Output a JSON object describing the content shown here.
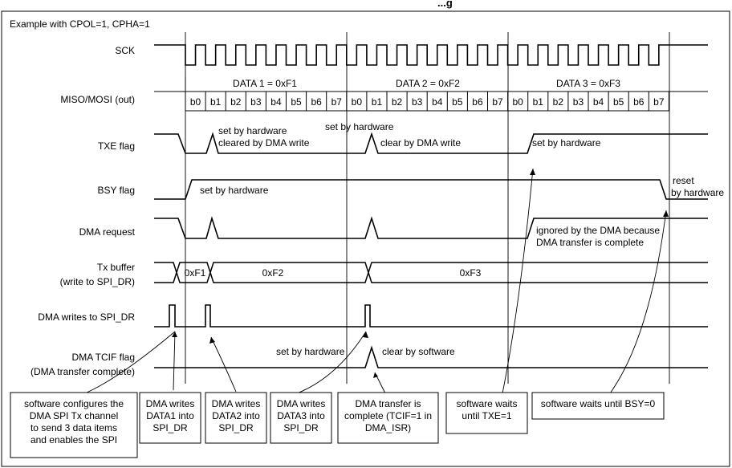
{
  "title_partial": "...g",
  "example_label": "Example with CPOL=1, CPHA=1",
  "signals": {
    "sck": "SCK",
    "mosi": "MISO/MOSI (out)",
    "txe": "TXE flag",
    "bsy": "BSY flag",
    "dmareq": "DMA request",
    "txbuf_line1": "Tx buffer",
    "txbuf_line2": "(write to SPI_DR)",
    "dmawrites": "DMA writes to SPI_DR",
    "tcif_line1": "DMA TCIF flag",
    "tcif_line2": "(DMA transfer complete)"
  },
  "data_labels": [
    "DATA  1 = 0xF1",
    "DATA 2 = 0xF2",
    "DATA  3 = 0xF3"
  ],
  "bits": [
    "b0",
    "b1",
    "b2",
    "b3",
    "b4",
    "b5",
    "b6",
    "b7"
  ],
  "txbuf_values": [
    "0xF1",
    "0xF2",
    "0xF3"
  ],
  "annotations": {
    "txe_set1": "set by hardware",
    "txe_cleared1": "cleared by DMA write",
    "txe_set2": "set by hardware",
    "txe_clear2": "clear by DMA write",
    "txe_set3": "set by hardware",
    "bsy_set": "set by hardware",
    "bsy_reset_1": "reset",
    "bsy_reset_2": "by hardware",
    "dma_ignored_1": "ignored by the DMA because",
    "dma_ignored_2": "DMA transfer is complete",
    "tcif_set": "set by hardware",
    "tcif_clear": "clear by software"
  },
  "boxes": [
    {
      "lines": [
        "software configures the",
        "DMA SPI Tx channel",
        "to send 3 data items",
        "and enables the SPI"
      ]
    },
    {
      "lines": [
        "DMA writes",
        "DATA1 into",
        "SPI_DR"
      ]
    },
    {
      "lines": [
        "DMA writes",
        "DATA2 into",
        "SPI_DR"
      ]
    },
    {
      "lines": [
        "DMA writes",
        "DATA3 into",
        "SPI_DR"
      ]
    },
    {
      "lines": [
        "DMA transfer is",
        "complete (TCIF=1 in",
        "DMA_ISR)"
      ]
    },
    {
      "lines": [
        "software waits",
        "until TXE=1"
      ]
    },
    {
      "lines": [
        "software waits until BSY=0"
      ]
    }
  ]
}
